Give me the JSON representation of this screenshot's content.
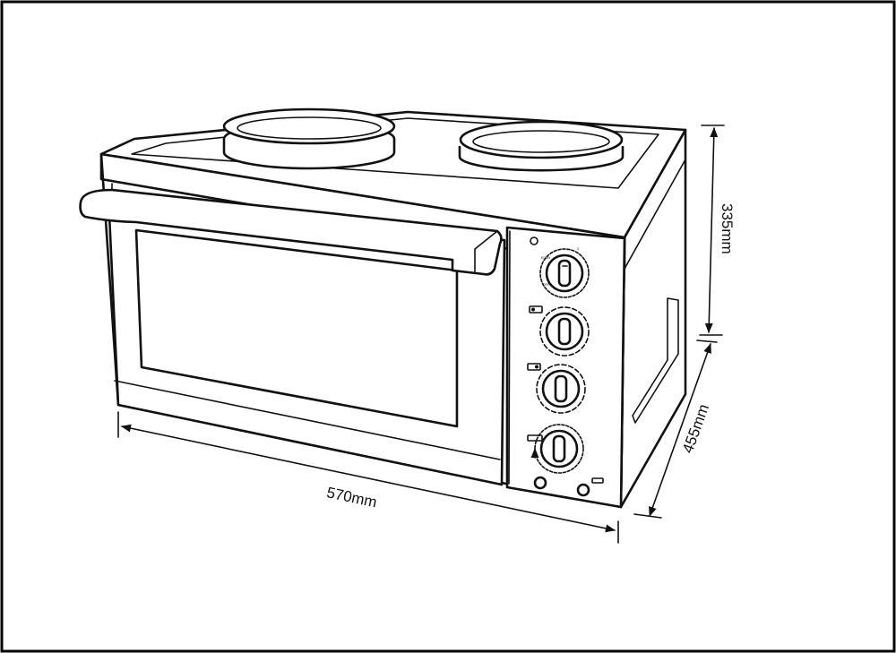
{
  "dimensions": {
    "width": "570mm",
    "depth": "455mm",
    "height": "335mm"
  },
  "colors": {
    "line": "#111111",
    "background": "#ffffff"
  }
}
